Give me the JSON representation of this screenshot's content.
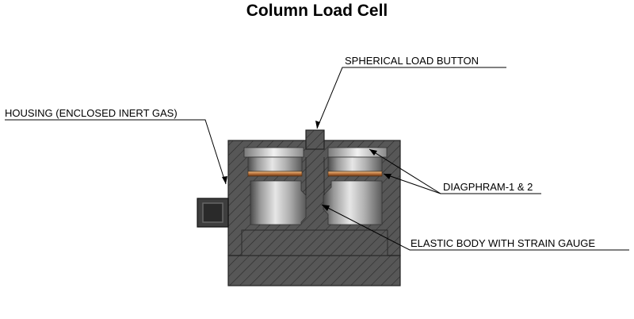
{
  "title": "Column Load Cell",
  "labels": {
    "load_button": "SPHERICAL LOAD BUTTON",
    "housing": "HOUSING (ENCLOSED INERT GAS)",
    "diaphragm": "DIAGPHRAM-1 & 2",
    "elastic_body": "ELASTIC BODY WITH STRAIN GAUGE"
  },
  "colors": {
    "housing": "#555555",
    "diaphragm": "#b8703a",
    "chamber_metal": "#cfcfcf"
  }
}
